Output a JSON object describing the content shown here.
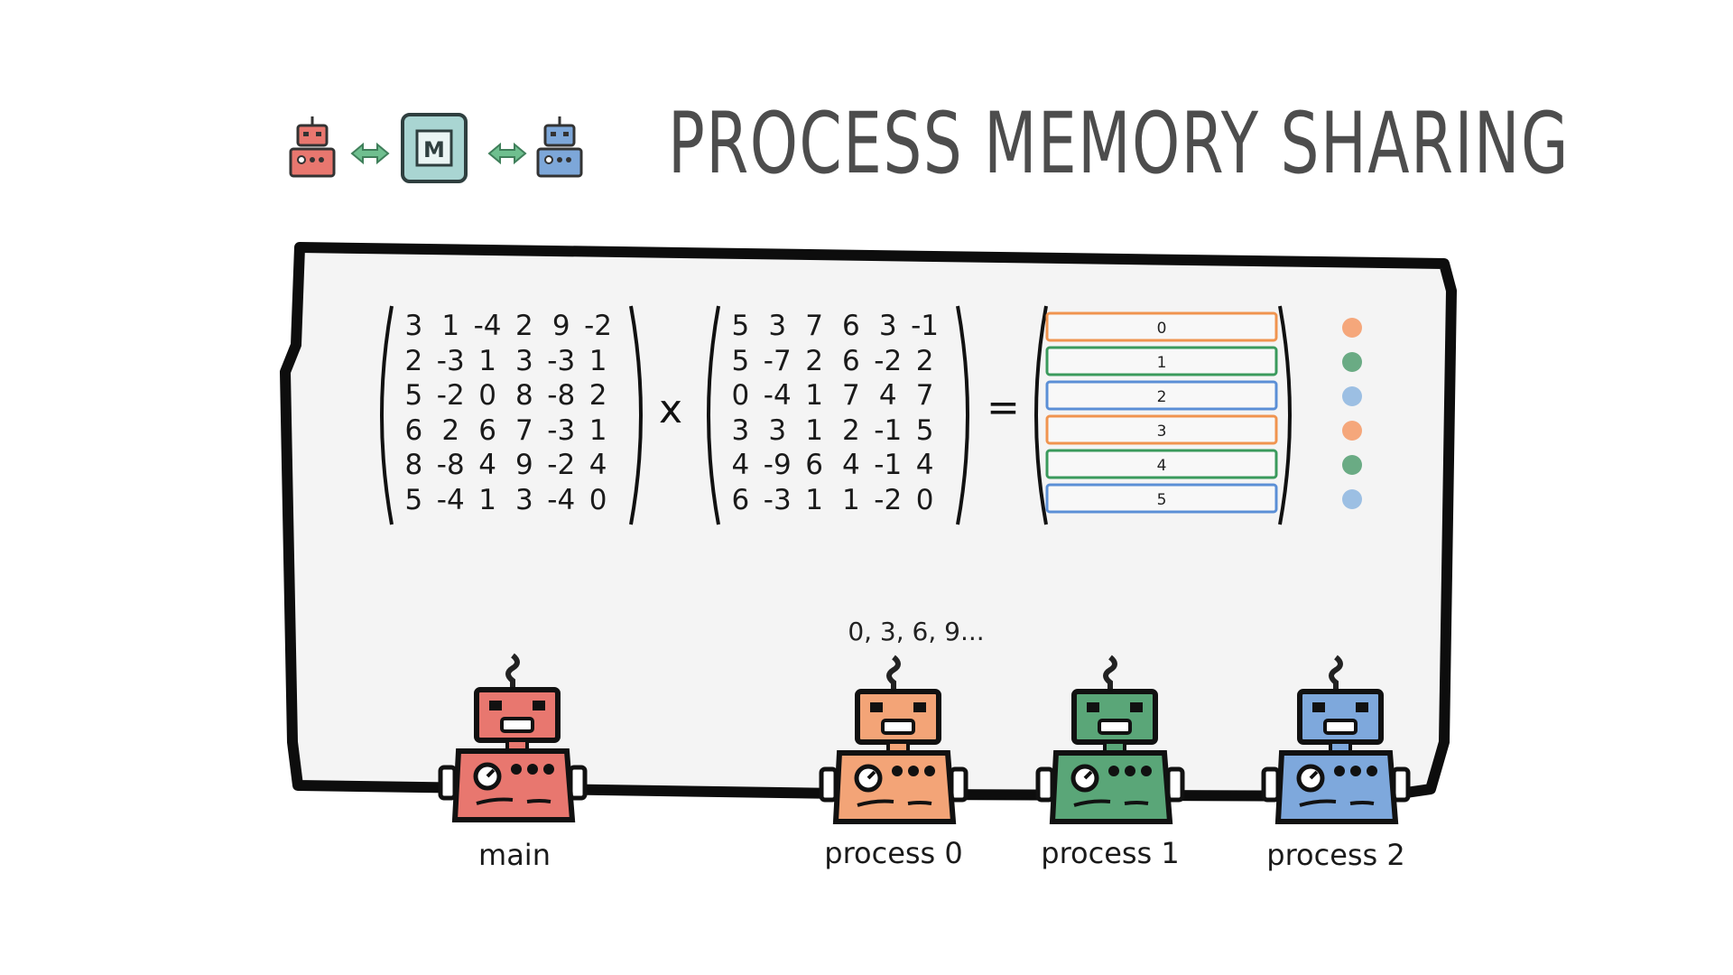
{
  "title": "PROCESS MEMORY SHARING",
  "header_icons": [
    {
      "name": "robot-icon",
      "color": "#e8776f"
    },
    {
      "name": "double-arrow-icon",
      "color": "#6fbf8f"
    },
    {
      "name": "memory-chip-icon",
      "color": "#a9d5d2",
      "label": "M"
    },
    {
      "name": "double-arrow-icon",
      "color": "#6fbf8f"
    },
    {
      "name": "robot-icon",
      "color": "#7da7d9"
    }
  ],
  "matrix_a": [
    [
      "3",
      "1",
      "-4",
      "2",
      "9",
      "-2"
    ],
    [
      "2",
      "-3",
      "1",
      "3",
      "-3",
      "1"
    ],
    [
      "5",
      "-2",
      "0",
      "8",
      "-8",
      "2"
    ],
    [
      "6",
      "2",
      "6",
      "7",
      "-3",
      "1"
    ],
    [
      "8",
      "-8",
      "4",
      "9",
      "-2",
      "4"
    ],
    [
      "5",
      "-4",
      "1",
      "3",
      "-4",
      "0"
    ]
  ],
  "matrix_b": [
    [
      "5",
      "3",
      "7",
      "6",
      "3",
      "-1"
    ],
    [
      "5",
      "-7",
      "2",
      "6",
      "-2",
      "2"
    ],
    [
      "0",
      "-4",
      "1",
      "7",
      "4",
      "7"
    ],
    [
      "3",
      "3",
      "1",
      "2",
      "-1",
      "5"
    ],
    [
      "4",
      "-9",
      "6",
      "4",
      "-1",
      "4"
    ],
    [
      "6",
      "-3",
      "1",
      "1",
      "-2",
      "0"
    ]
  ],
  "operator_times": "x",
  "operator_equals": "=",
  "result_rows": [
    {
      "label": "0",
      "color": "#f0944f"
    },
    {
      "label": "1",
      "color": "#3a9a5c"
    },
    {
      "label": "2",
      "color": "#5b8fd6"
    },
    {
      "label": "3",
      "color": "#f0944f"
    },
    {
      "label": "4",
      "color": "#3a9a5c"
    },
    {
      "label": "5",
      "color": "#5b8fd6"
    }
  ],
  "row_dots": [
    "#f5a77b",
    "#6aab84",
    "#9cbfe3",
    "#f5a77b",
    "#6aab84",
    "#9cbfe3"
  ],
  "process0_indices": "0, 3, 6, 9...",
  "robots": [
    {
      "id": "main",
      "label": "main",
      "color": "#e8776f"
    },
    {
      "id": "p0",
      "label": "process 0",
      "color": "#f3a477"
    },
    {
      "id": "p1",
      "label": "process 1",
      "color": "#5aa678"
    },
    {
      "id": "p2",
      "label": "process 2",
      "color": "#7ea8dc"
    }
  ]
}
